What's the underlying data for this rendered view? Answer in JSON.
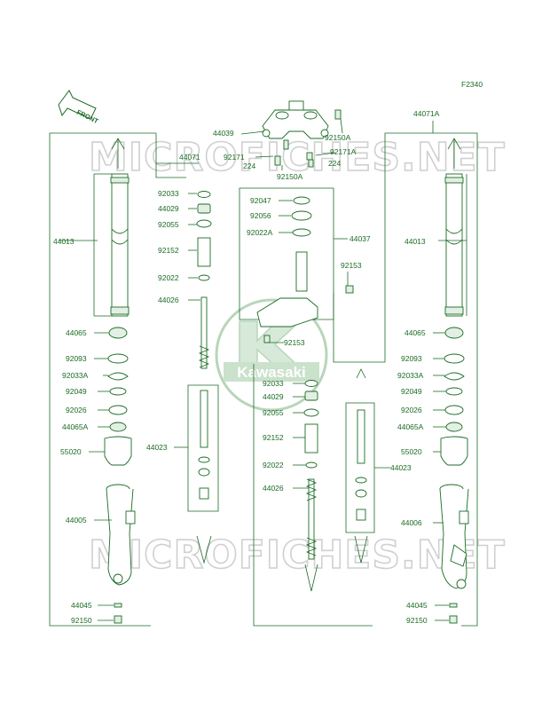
{
  "figure_code": "F2340",
  "front_arrow_label": "FRONT",
  "watermark": "MICROFICHES.NET",
  "logo_text": "Kawasaki",
  "colors": {
    "line": "#1a6b24",
    "watermark": "#d0d0d0"
  },
  "labels": {
    "top": [
      "44039",
      "92150A",
      "92171",
      "92171A",
      "224",
      "224",
      "92150A"
    ],
    "left": [
      "44071",
      "92033",
      "44029",
      "92055",
      "92152",
      "92022",
      "44026",
      "44023",
      "44013",
      "44065",
      "92093",
      "92033A",
      "92049",
      "92026",
      "44065A",
      "55020",
      "44005",
      "44045",
      "92150"
    ],
    "center": [
      "92047",
      "92056",
      "92022A",
      "44037",
      "92153",
      "92153",
      "92033",
      "44029",
      "92055",
      "92152",
      "92022",
      "44026",
      "44023"
    ],
    "right": [
      "44071A",
      "44013",
      "44065",
      "92093",
      "92033A",
      "92049",
      "92026",
      "44065A",
      "55020",
      "44006",
      "44045",
      "92150"
    ]
  }
}
